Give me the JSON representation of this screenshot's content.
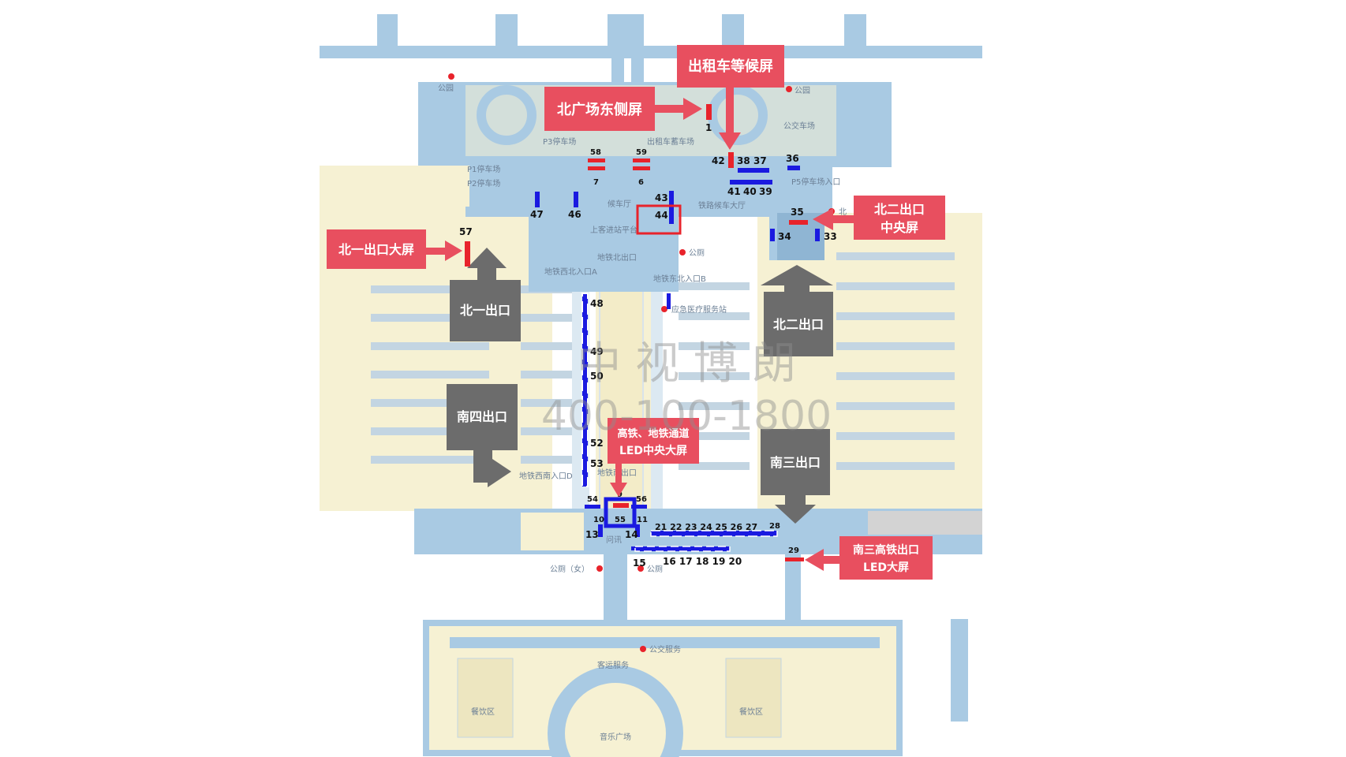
{
  "colors": {
    "water": "#a9cae3",
    "floor": "#f6f1d3",
    "floor_edge": "#c9d7e0",
    "callout": "#e84f5f",
    "exit": "#6c6c6c",
    "blue_marker": "#1a1ae0",
    "red_marker": "#e8232b",
    "highlight": "#e8232b"
  },
  "callouts": {
    "north_plaza_east": "北广场东侧屏",
    "taxi_wait": "出租车等候屏",
    "north_two_center_l1": "北二出口",
    "north_two_center_l2": "中央屏",
    "north_one_big": "北一出口大屏",
    "hsr_metro_l1": "高铁、地铁通道",
    "hsr_metro_l2": "LED中央大屏",
    "south_three_l1": "南三高铁出口",
    "south_three_l2": "LED大屏"
  },
  "exits": {
    "north_one": "北一出口",
    "north_two": "北二出口",
    "south_four": "南四出口",
    "south_three": "南三出口"
  },
  "markers": {
    "m1": "1",
    "m42": "42",
    "m58": "58",
    "m59": "59",
    "m7": "7",
    "m6": "6",
    "m38": "38",
    "m37": "37",
    "m36": "36",
    "m41": "41",
    "m40": "40",
    "m39": "39",
    "m43": "43",
    "m44": "44",
    "m47": "47",
    "m46": "46",
    "m35": "35",
    "m34": "34",
    "m33": "33",
    "m57": "57",
    "m48": "48",
    "m49": "49",
    "m50": "50",
    "m52": "52",
    "m53": "53",
    "m9": "9",
    "m54": "54",
    "m56": "56",
    "m10": "10",
    "m55": "55",
    "m11": "11",
    "m13": "13",
    "m14": "14",
    "m15": "15",
    "m21_27": "21 22 23 24 25 26 27",
    "m28": "28",
    "m16_20": "16 17 18 19 20",
    "m29": "29"
  },
  "labels": {
    "bus_top_left": "公园",
    "bus_top_right": "公园",
    "p3_parking": "P3停车场",
    "taxi_stand": "出租车蓄车场",
    "bus_lane": "公交车场",
    "p1_parking": "P1停车场",
    "p2_parking": "P2停车场",
    "p5_entry": "P5停车场入口",
    "waiting_area": "候车厅",
    "railway_hall": "铁路候车大厅",
    "upper_entry": "上客进站平台",
    "toilet_mid": "公厕",
    "metro_north_exit": "地铁北出口",
    "metro_west_entry": "地铁西北入口A",
    "metro_east_entry": "地铁东北入口B",
    "medical": "应急医疗服务站",
    "metro_southwest": "地铁西南入口D",
    "metro_south_exit": "地铁南出口",
    "toilet_female": "公厕（女）",
    "toilet_bottom": "公厕",
    "info_desk": "问讯",
    "bus_service": "公交服务",
    "dining": "餐饮区",
    "dining_right": "餐饮区",
    "service_center": "客运服务",
    "music_plaza": "音乐广场",
    "north_label": "北"
  },
  "watermark": {
    "line1": "中 视 博 朗",
    "line2": "400-100-1800"
  }
}
